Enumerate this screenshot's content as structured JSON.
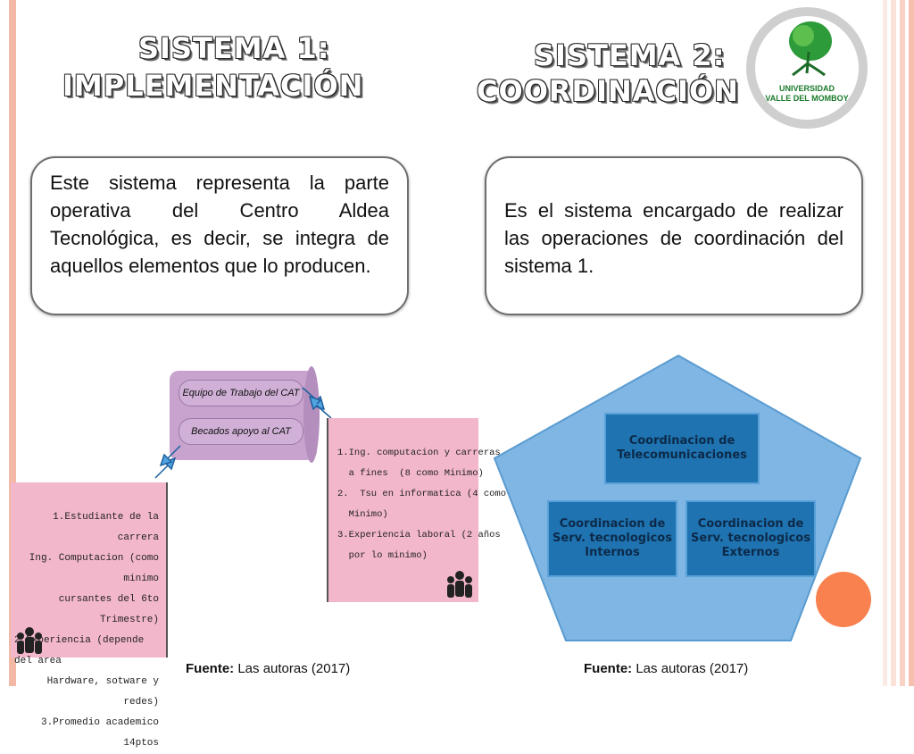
{
  "system1": {
    "title_line1": "SISTEMA 1:",
    "title_line2": "IMPLEMENTACIÓN",
    "description": "Este sistema representa la parte operativa del Centro Aldea Tecnológica, es decir, se integra de aquellos elementos que lo producen.",
    "scroll_items": [
      "Equipo de Trabajo del CAT",
      "Becados apoyo al CAT"
    ],
    "left_box": [
      "1.Estudiante de la carrera",
      "Ing. Computacion (como minimo",
      "cursantes del 6to Trimestre)",
      "2.Experiencia (depende del area",
      "Hardware, sotware y redes)",
      "3.Promedio academico 14ptos"
    ],
    "right_box": [
      "1.Ing. computacion y carreras",
      "  a fines  (8 como Minimo)",
      "2.  Tsu en informatica (4 como",
      "  Minimo)",
      "3.Experiencia laboral (2 años",
      "  por lo minimo)"
    ],
    "source_label": "Fuente:",
    "source_text": " Las autoras (2017)"
  },
  "system2": {
    "title_line1": "SISTEMA 2:",
    "title_line2": "COORDINACIÓN",
    "description": "Es el sistema encargado de realizar las operaciones de coordinación del sistema 1.",
    "boxes": [
      "Coordinacion de Telecomunicaciones",
      "Coordinacion de Serv. tecnologicos Internos",
      "Coordinacion de Serv. tecnologicos Externos"
    ],
    "source_label": "Fuente:",
    "source_text": " Las autoras (2017)"
  },
  "logo": {
    "line1": "UNIVERSIDAD",
    "line2": "VALLE DEL MOMBOY"
  },
  "colors": {
    "pink": "#f3b7cc",
    "blue_pentagon": "#7fb6e3",
    "blue_box": "#1e73b0",
    "accent_circle": "#f9814f"
  }
}
